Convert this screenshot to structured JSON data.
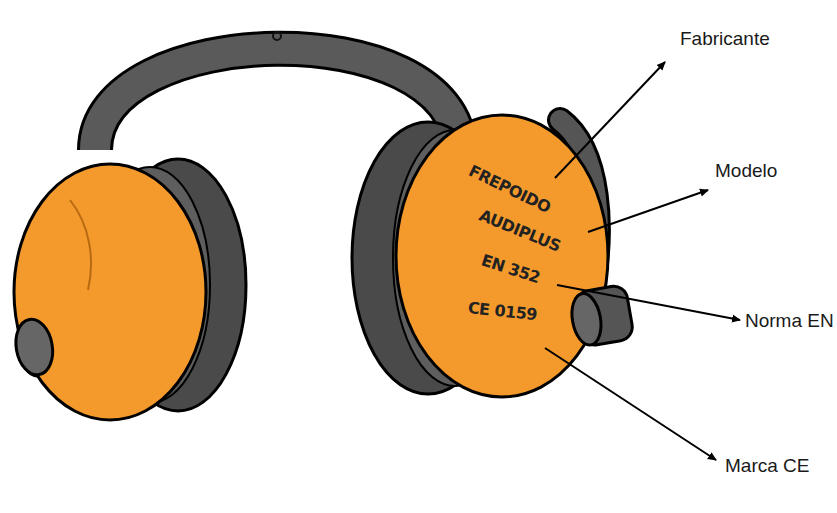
{
  "diagram": {
    "labels": [
      "FREPOIDO",
      "AUDIPLUS",
      "EN 352",
      "CE 0159",
      "Fabricante",
      "Modelo",
      "Norma EN",
      "Marca CE"
    ]
  }
}
